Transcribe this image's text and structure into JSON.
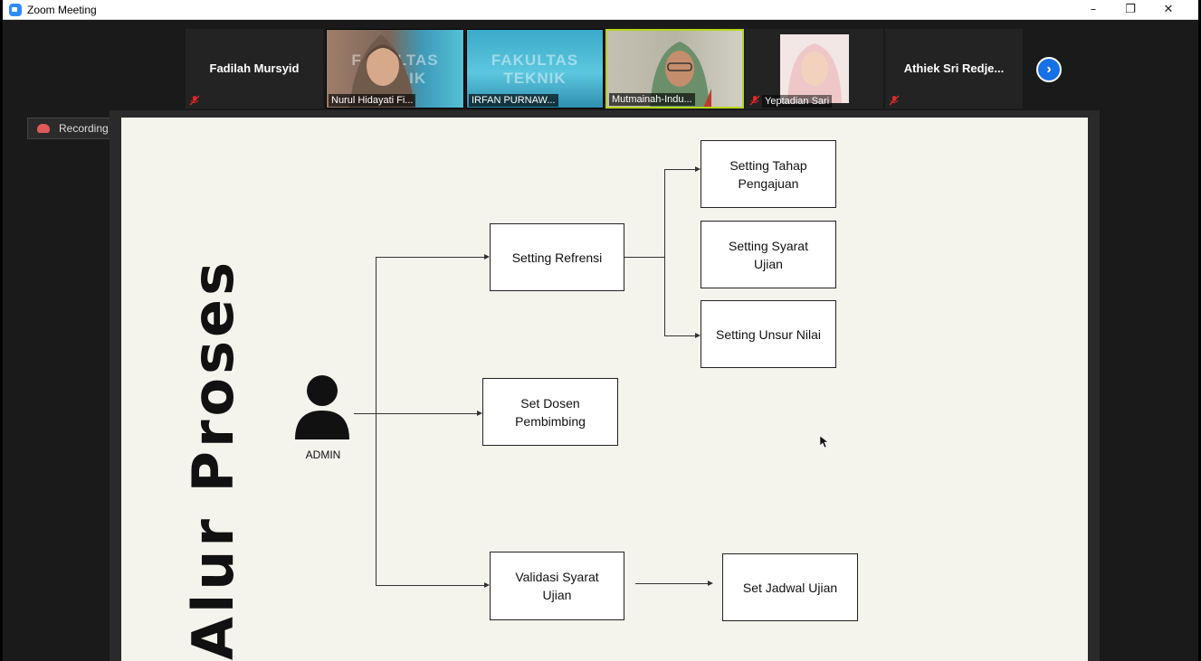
{
  "window": {
    "title": "Zoom Meeting",
    "minimize": "–",
    "restore": "❐",
    "close": "✕"
  },
  "gallery": {
    "participants": [
      {
        "name": "Fadilah Mursyid"
      },
      {
        "name": "Nurul Hidayati Fi...",
        "bg_text": "FAKULTAS TEKNIK"
      },
      {
        "name": "IRFAN PURNAW...",
        "bg_text": "FAKULTAS TEKNIK"
      },
      {
        "name": "Mutmainah-Indu..."
      },
      {
        "name": "Yeptadian Sari"
      },
      {
        "name": "Athiek Sri Redje..."
      }
    ],
    "next_icon": "chevron-right-icon"
  },
  "recording": {
    "label": "Recording..."
  },
  "slide": {
    "title": "Alur Proses",
    "admin_label": "ADMIN",
    "boxes": {
      "setting_tahap": [
        "Setting Tahap",
        "Pengajuan"
      ],
      "setting_refrensi": [
        "Setting Refrensi"
      ],
      "setting_syarat": [
        "Setting Syarat",
        "Ujian"
      ],
      "setting_unsur": [
        "Setting Unsur Nilai"
      ],
      "set_dosen": [
        "Set Dosen",
        "Pembimbing"
      ],
      "validasi": [
        "Validasi Syarat",
        "Ujian"
      ],
      "set_jadwal": [
        "Set Jadwal Ujian"
      ]
    }
  },
  "colors": {
    "zoom_blue": "#2d8cff",
    "active_speaker": "#b6d51b",
    "mute_red": "#e02828",
    "slide_bg": "#f4f3ec"
  }
}
